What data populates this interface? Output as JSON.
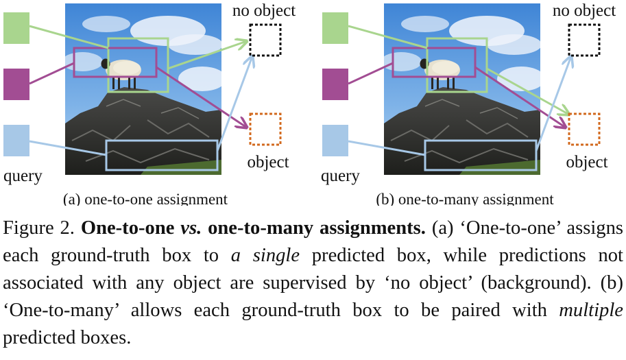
{
  "panels": [
    {
      "no_object_label": "no object",
      "object_label": "object",
      "query_label": "query",
      "subcaption": "(a) one-to-one assignment"
    },
    {
      "no_object_label": "no object",
      "object_label": "object",
      "query_label": "query",
      "subcaption": "(b) one-to-many assignment"
    }
  ],
  "colors": {
    "query_green": "#a9d58e",
    "query_purple": "#a24d93",
    "query_blue": "#a7c8e7",
    "no_object_box": "#111111",
    "object_box": "#d2691e"
  },
  "caption": {
    "label": "Figure 2.",
    "title": "One-to-one",
    "vs": "vs.",
    "title2": "one-to-many assignments.",
    "t1": "(a) ‘One-to-one’ assigns each ground-truth box to",
    "t1_em": "a single",
    "t2": "predicted box, while predictions not associated with any object are supervised by ‘no object’ (background). (b) ‘One-to-many’ allows each ground-truth box to be paired with",
    "t2_em": "multiple",
    "t3": "predicted boxes."
  }
}
